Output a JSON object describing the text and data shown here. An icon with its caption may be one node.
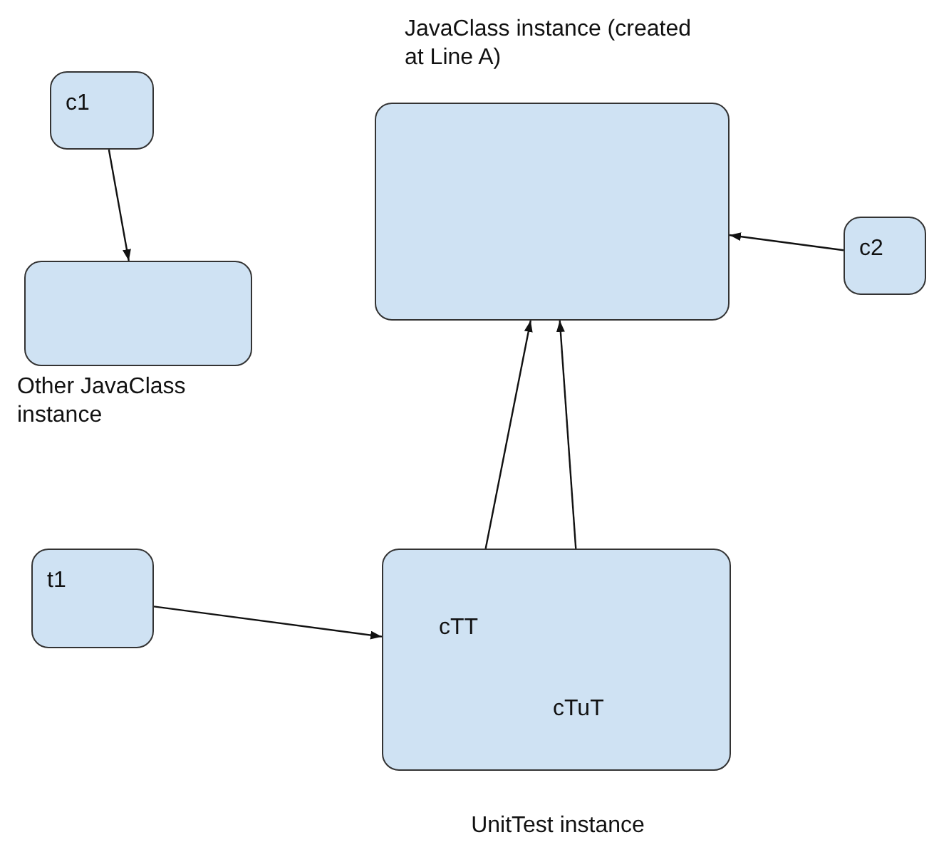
{
  "diagram": {
    "nodes": [
      {
        "text": [
          "c1"
        ]
      },
      {
        "text": [
          "Other JavaClass instance"
        ]
      },
      {
        "text": [
          "JavaClass instance (created at Line A)"
        ]
      },
      {
        "text": [
          "c2"
        ]
      },
      {
        "text": [
          "t1"
        ]
      },
      {
        "text": [
          "UnitTest instance"
        ]
      },
      {
        "text": [
          "cTT"
        ],
        "in": 5
      },
      {
        "text": [
          "cTuT"
        ],
        "in": 5
      }
    ],
    "edges": [
      {
        "from": 0,
        "to": 1,
        "arrow": "to"
      },
      {
        "from": 3,
        "to": 2,
        "arrow": "to"
      },
      {
        "from": 4,
        "to": 5,
        "arrow": "to"
      },
      {
        "from": 6,
        "to": 2,
        "arrow": "to"
      },
      {
        "from": 7,
        "to": 2,
        "arrow": "to"
      }
    ]
  }
}
